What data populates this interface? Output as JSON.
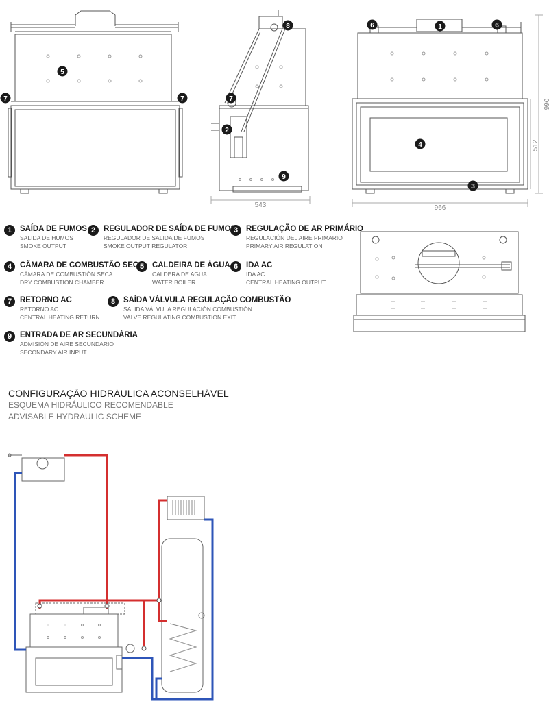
{
  "dimensions": {
    "side_depth": "543",
    "front_width": "966",
    "total_height": "990",
    "glass_height": "512"
  },
  "callouts": {
    "n1": "1",
    "n2": "2",
    "n3": "3",
    "n4": "4",
    "n5": "5",
    "n6": "6",
    "n7": "7",
    "n8": "8",
    "n9": "9"
  },
  "legend": [
    {
      "num": "1",
      "pt": "SAÍDA DE FUMOS",
      "es": "SALIDA DE HUMOS",
      "en": "SMOKE OUTPUT"
    },
    {
      "num": "2",
      "pt": "REGULADOR DE SAÍDA DE FUMOS",
      "es": "REGULADOR DE SALIDA DE FUMOS",
      "en": "SMOKE OUTPUT REGULATOR"
    },
    {
      "num": "3",
      "pt": "REGULAÇÃO DE AR PRIMÁRIO",
      "es": "REGULACIÓN DEL AIRE PRIMARIO",
      "en": "PRIMARY AIR REGULATION"
    },
    {
      "num": "4",
      "pt": "CÂMARA DE COMBUSTÃO SECA",
      "es": "CÁMARA DE COMBUSTIÓN SECA",
      "en": "DRY COMBUSTION CHAMBER"
    },
    {
      "num": "5",
      "pt": "CALDEIRA DE ÁGUA",
      "es": "CALDERA DE AGUA",
      "en": "WATER BOILER"
    },
    {
      "num": "6",
      "pt": "IDA AC",
      "es": "IDA AC",
      "en": "CENTRAL HEATING OUTPUT"
    },
    {
      "num": "7",
      "pt": "RETORNO AC",
      "es": "RETORNO AC",
      "en": "CENTRAL HEATING RETURN"
    },
    {
      "num": "8",
      "pt": "SAÍDA VÁLVULA REGULAÇÃO COMBUSTÃO",
      "es": "SALIDA VÁLVULA REGULACIÓN COMBUSTIÓN",
      "en": "VALVE REGULATING COMBUSTION EXIT"
    },
    {
      "num": "9",
      "pt": "ENTRADA DE AR SECUNDÁRIA",
      "es": "ADMISIÓN DE AIRE SECUNDARIO",
      "en": "SECONDARY AIR INPUT"
    }
  ],
  "hydraulic": {
    "title_pt": "CONFIGURAÇÃO HIDRÁULICA ACONSELHÁVEL",
    "title_es": "ESQUEMA HIDRÁULICO RECOMENDABLE",
    "title_en": "ADVISABLE HYDRAULIC SCHEME"
  },
  "colors": {
    "hot_pipe": "#d42f2f",
    "cold_pipe": "#2e55b8",
    "line": "#555555",
    "badge": "#1a1a1a"
  }
}
